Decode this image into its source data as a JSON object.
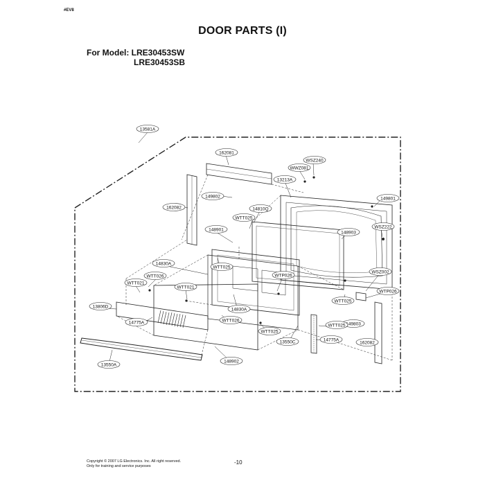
{
  "header": {
    "corner_code": "#EV8",
    "title": "DOOR PARTS (I)",
    "model_line1": "For Model: LRE30453SW",
    "model_line2": "LRE30453SB"
  },
  "callouts": [
    {
      "id": "c1",
      "text": "13581A"
    },
    {
      "id": "c2",
      "text": "162081"
    },
    {
      "id": "c3",
      "text": "WSZ240"
    },
    {
      "id": "c4",
      "text": "WWZ081"
    },
    {
      "id": "c5",
      "text": "13213A"
    },
    {
      "id": "c6",
      "text": "149801"
    },
    {
      "id": "c7",
      "text": "162082"
    },
    {
      "id": "c8",
      "text": "149802"
    },
    {
      "id": "c9",
      "text": "14810Q"
    },
    {
      "id": "c10",
      "text": "WTT025"
    },
    {
      "id": "c11",
      "text": "WSZ222"
    },
    {
      "id": "c12",
      "text": "148901"
    },
    {
      "id": "c13",
      "text": "148903"
    },
    {
      "id": "c14",
      "text": "14830A"
    },
    {
      "id": "c15",
      "text": "WTT025"
    },
    {
      "id": "c16",
      "text": "WTT026"
    },
    {
      "id": "c17",
      "text": "WTP026"
    },
    {
      "id": "c18",
      "text": "WSZ002"
    },
    {
      "id": "c19",
      "text": "WTT021"
    },
    {
      "id": "c20",
      "text": "WTT021"
    },
    {
      "id": "c21",
      "text": "WTT025"
    },
    {
      "id": "c22",
      "text": "WTP026"
    },
    {
      "id": "c23",
      "text": "13806D"
    },
    {
      "id": "c24",
      "text": "14830A"
    },
    {
      "id": "c25",
      "text": "14775A"
    },
    {
      "id": "c26",
      "text": "WTT026"
    },
    {
      "id": "c27",
      "text": "WTT025"
    },
    {
      "id": "c28",
      "text": "149803"
    },
    {
      "id": "c29",
      "text": "WTT025"
    },
    {
      "id": "c30",
      "text": "14775A"
    },
    {
      "id": "c31",
      "text": "162082"
    },
    {
      "id": "c32",
      "text": "13550C"
    },
    {
      "id": "c33",
      "text": "13550A"
    },
    {
      "id": "c34",
      "text": "148902"
    }
  ],
  "footer": {
    "copyright": "Copyright © 2007 LG Electronics. Inc. All right reserved.",
    "note": "Only for training and service purposes",
    "page": "-10"
  }
}
